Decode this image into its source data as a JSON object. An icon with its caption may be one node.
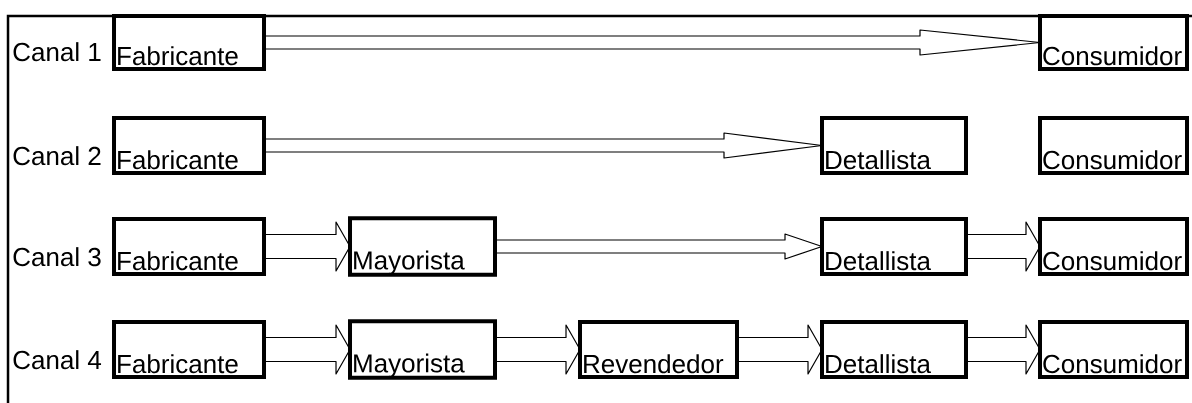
{
  "diagram": {
    "nodes": [
      {
        "text": [
          "Fabricante"
        ]
      },
      {
        "text": [
          "Consumidor"
        ]
      },
      {
        "text": [
          "Fabricante"
        ]
      },
      {
        "text": [
          "Detallista"
        ]
      },
      {
        "text": [
          "Consumidor"
        ]
      },
      {
        "text": [
          "Fabricante"
        ]
      },
      {
        "text": [
          "Mayorista"
        ]
      },
      {
        "text": [
          "Detallista"
        ]
      },
      {
        "text": [
          "Consumidor"
        ]
      },
      {
        "text": [
          "Fabricante"
        ]
      },
      {
        "text": [
          "Mayorista"
        ]
      },
      {
        "text": [
          "Revendedor"
        ]
      },
      {
        "text": [
          "Detallista"
        ]
      },
      {
        "text": [
          "Consumidor"
        ]
      }
    ],
    "edges": [
      {
        "from": 0,
        "to": 1,
        "arrow": "to"
      },
      {
        "from": 2,
        "to": 3,
        "arrow": "to"
      },
      {
        "from": 5,
        "to": 6,
        "arrow": "to"
      },
      {
        "from": 6,
        "to": 7,
        "arrow": "to"
      },
      {
        "from": 7,
        "to": 8,
        "arrow": "to"
      },
      {
        "from": 9,
        "to": 10,
        "arrow": "to"
      },
      {
        "from": 10,
        "to": 11,
        "arrow": "to"
      },
      {
        "from": 11,
        "to": 12,
        "arrow": "to"
      },
      {
        "from": 12,
        "to": 13,
        "arrow": "to"
      }
    ],
    "labels": [
      "Canal 1",
      "Canal 2",
      "Canal 3",
      "Canal 4"
    ]
  }
}
